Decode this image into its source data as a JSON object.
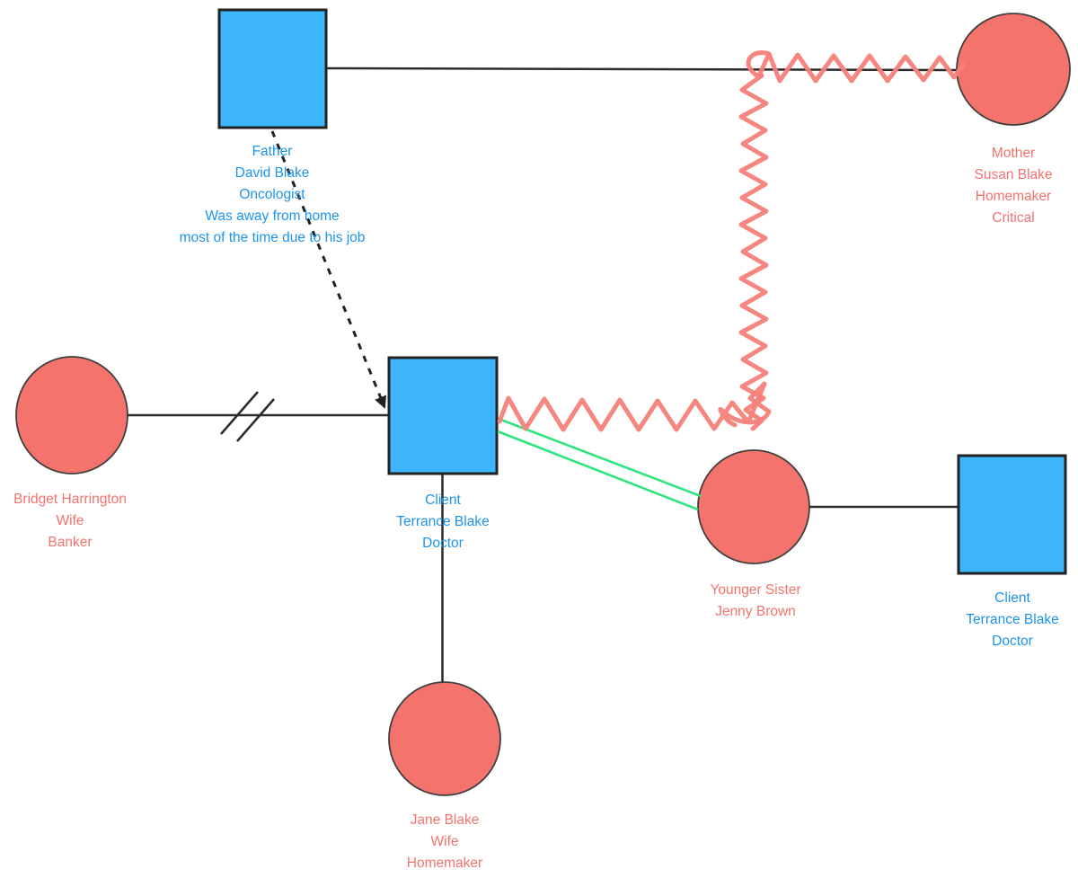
{
  "app": {
    "title": "Family genogram diagram",
    "background": "#ffffff"
  },
  "colors": {
    "male_fill": "#3cb5fc",
    "female_fill": "#f4736d",
    "male_text": "#1d94ec",
    "female_text": "#f4736d",
    "line": "#2b2b2b",
    "conflict": "#f58079",
    "closeness": "#2ee57d"
  },
  "nodes": {
    "father": {
      "shape": "square",
      "gender": "male",
      "lines": [
        "Father",
        "David Blake",
        "Oncologist",
        "Was away from home",
        "most of the time due to his job"
      ]
    },
    "mother": {
      "shape": "circle",
      "gender": "female",
      "lines": [
        "Mother",
        "Susan Blake",
        "Homemaker",
        "Critical"
      ]
    },
    "client": {
      "shape": "square",
      "gender": "male",
      "lines": [
        "Client",
        "Terrance Blake",
        "Doctor"
      ]
    },
    "wife_bridget": {
      "shape": "circle",
      "gender": "female",
      "lines": [
        "Bridget Harrington",
        "Wife",
        "Banker"
      ]
    },
    "younger_sister": {
      "shape": "circle",
      "gender": "female",
      "lines": [
        "Younger Sister",
        "Jenny Brown"
      ]
    },
    "client_right": {
      "shape": "square",
      "gender": "male",
      "lines": [
        "Client",
        "Terrance Blake",
        "Doctor"
      ]
    },
    "wife_jane": {
      "shape": "circle",
      "gender": "female",
      "lines": [
        "Jane Blake",
        "Wife",
        "Homemaker"
      ]
    }
  },
  "relationships": [
    {
      "from": "father",
      "to": "mother",
      "style": "marriage-solid-line"
    },
    {
      "from": "father",
      "to": "mother",
      "style": "conflict-zigzag"
    },
    {
      "from": "mother",
      "to": "client",
      "style": "conflict-zigzag"
    },
    {
      "from": "father",
      "to": "client",
      "style": "distant-dashed-arrow"
    },
    {
      "from": "wife_bridget",
      "to": "client",
      "style": "marriage-solid-line-with-divorce-slashes"
    },
    {
      "from": "client",
      "to": "younger_sister",
      "style": "close-double-line"
    },
    {
      "from": "younger_sister",
      "to": "client_right",
      "style": "marriage-solid-line"
    },
    {
      "from": "client",
      "to": "wife_jane",
      "style": "solid-line"
    }
  ]
}
